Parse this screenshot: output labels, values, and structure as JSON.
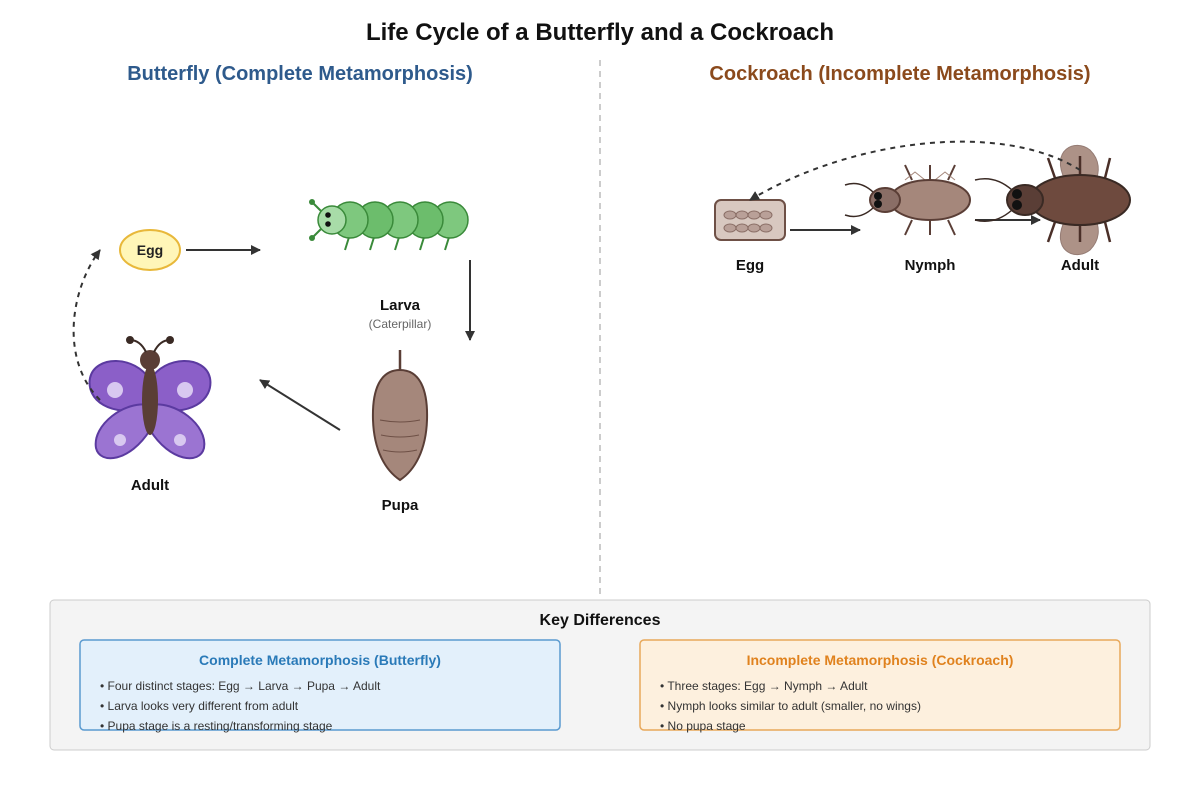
{
  "title": "Life Cycle of a Butterfly and a Cockroach",
  "colors": {
    "butterfly_accent": "#2e5a8c",
    "cockroach_accent": "#8b4a1c",
    "complete_box_title": "#2a7ab8",
    "incomplete_box_title": "#e0821e",
    "complete_box_fill": "#e3f0fb",
    "incomplete_box_fill": "#fdf0de"
  },
  "butterfly": {
    "heading": "Butterfly (Complete Metamorphosis)",
    "egg_label": "Egg",
    "larva_label": "Larva",
    "larva_sub": "(Caterpillar)",
    "pupa_label": "Pupa",
    "adult_label": "Adult"
  },
  "cockroach": {
    "heading": "Cockroach (Incomplete Metamorphosis)",
    "egg_label": "Egg",
    "nymph_label": "Nymph",
    "adult_label": "Adult"
  },
  "key_differences": {
    "heading": "Key Differences",
    "complete": {
      "title": "Complete Metamorphosis (Butterfly)",
      "bullets": [
        "• Four distinct stages: Egg → Larva → Pupa → Adult",
        "• Larva looks very different from adult",
        "• Pupa stage is a resting/transforming stage"
      ]
    },
    "incomplete": {
      "title": "Incomplete Metamorphosis (Cockroach)",
      "bullets": [
        "• Three stages: Egg → Nymph → Adult",
        "• Nymph looks similar to adult (smaller, no wings)",
        "• No pupa stage"
      ]
    }
  }
}
